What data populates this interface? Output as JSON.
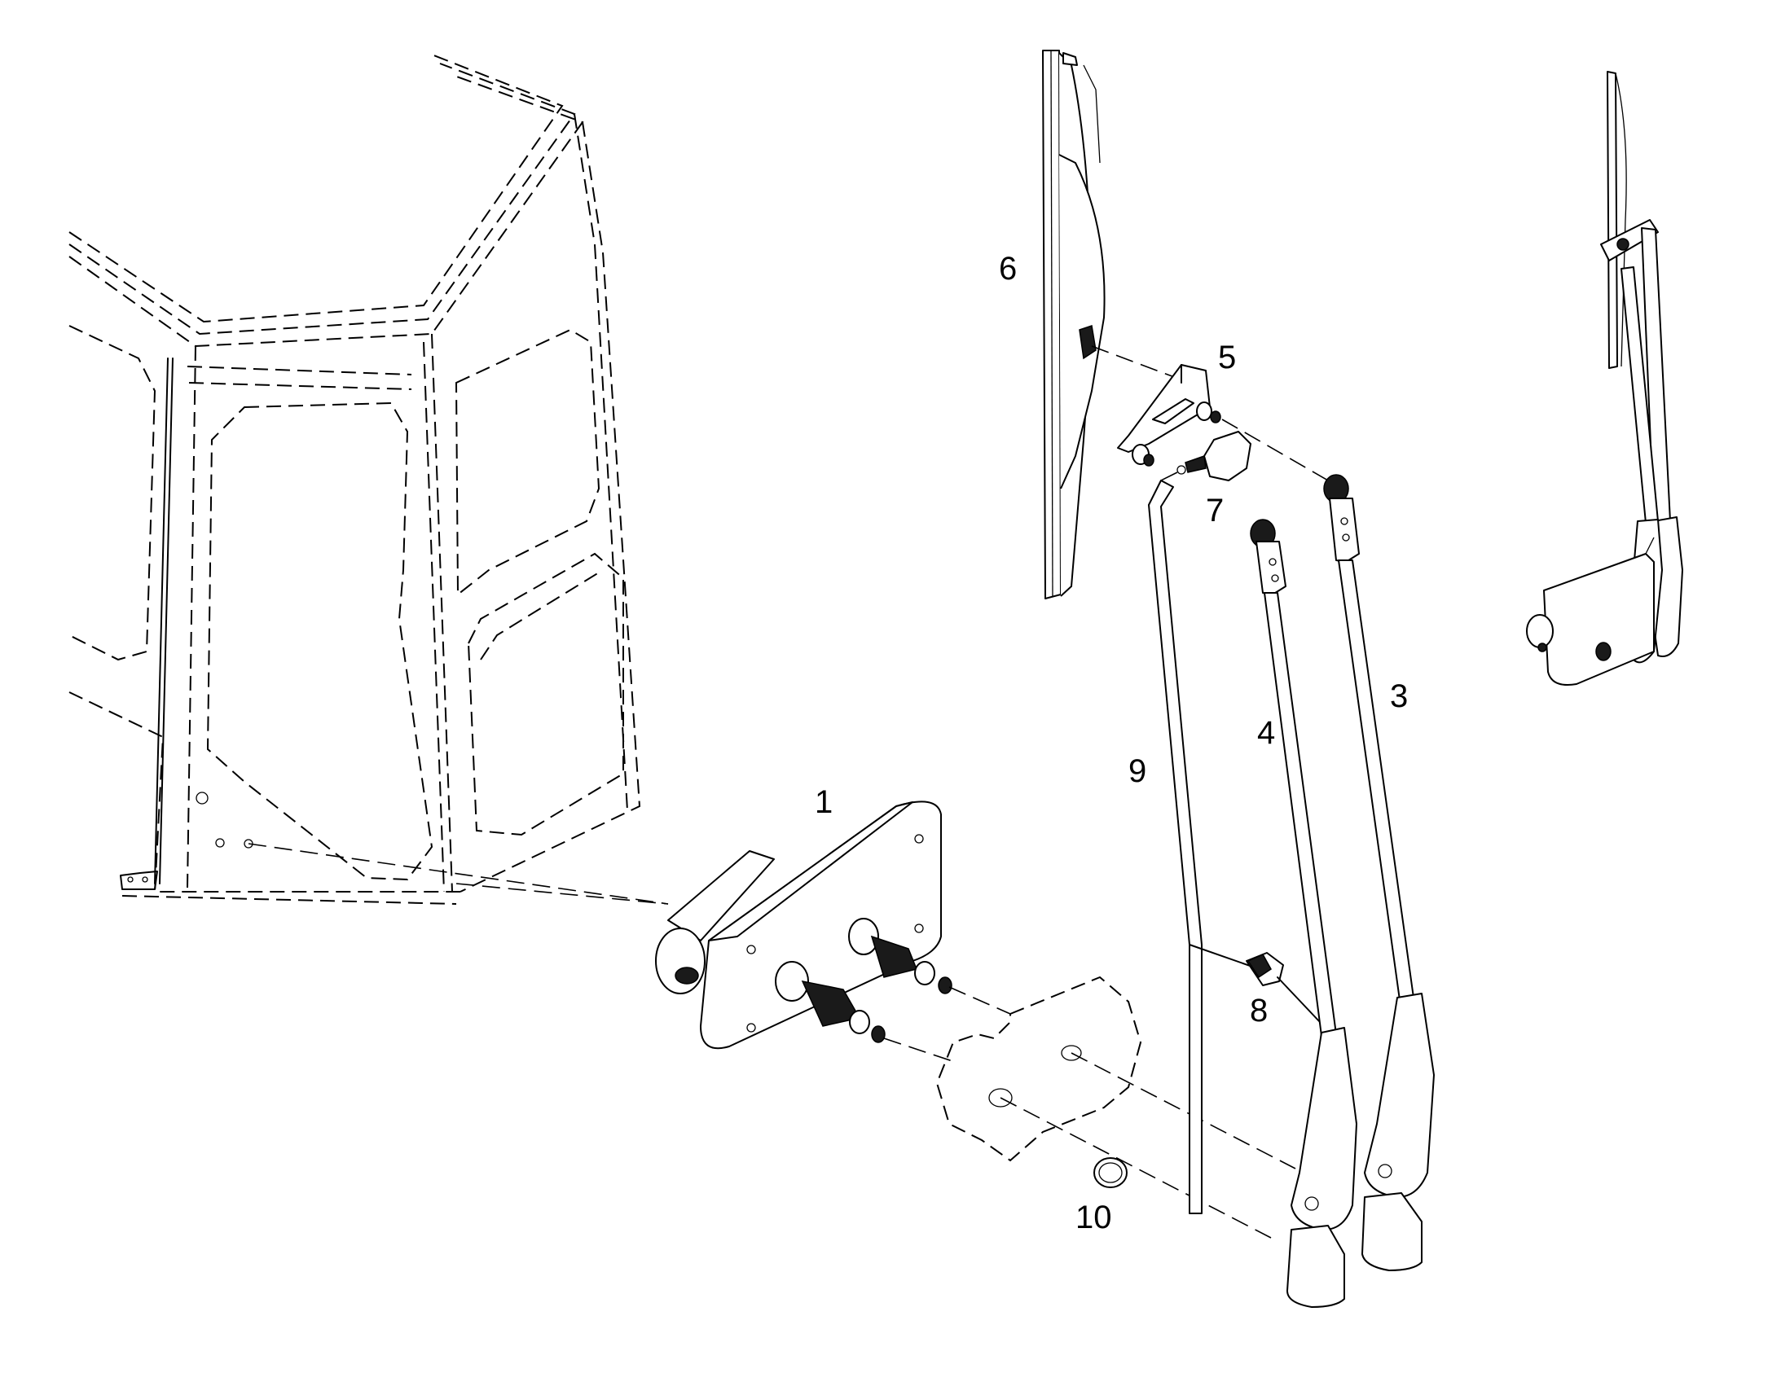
{
  "callouts": [
    {
      "id": "motor",
      "text": "1"
    },
    {
      "id": "arm-right",
      "text": "3"
    },
    {
      "id": "arm-left",
      "text": "4"
    },
    {
      "id": "blade-adapter",
      "text": "5"
    },
    {
      "id": "wiper-blade",
      "text": "6"
    },
    {
      "id": "washer-nozzle",
      "text": "7"
    },
    {
      "id": "hose-clip",
      "text": "8"
    },
    {
      "id": "washer-hose",
      "text": "9"
    },
    {
      "id": "o-ring",
      "text": "10"
    }
  ]
}
